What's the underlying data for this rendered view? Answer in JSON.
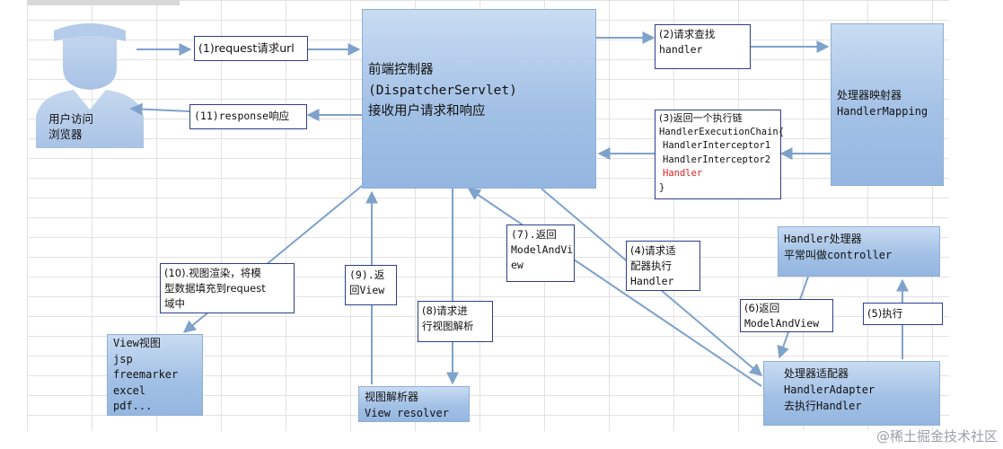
{
  "colors": {
    "box_fill": "#a3c1e6",
    "arrow": "#7fa2cc",
    "label_border": "#2d3e8c",
    "highlight": "#e02020"
  },
  "user": {
    "icon": "user-icon",
    "lines": [
      "用户访问",
      "浏览器"
    ]
  },
  "dispatcher": {
    "lines": [
      "前端控制器",
      "(DispatcherServlet)",
      "接收用户请求和响应"
    ]
  },
  "handler_mapping": {
    "lines": [
      "处理器映射器",
      "HandlerMapping"
    ]
  },
  "handler_processor": {
    "lines": [
      "Handler处理器",
      "平常叫做controller"
    ]
  },
  "handler_adapter": {
    "lines": [
      "处理器适配器",
      "HandlerAdapter",
      "去执行Handler"
    ]
  },
  "view_resolver": {
    "lines": [
      "视图解析器",
      "View resolver"
    ]
  },
  "view": {
    "lines": [
      "View视图",
      "jsp",
      "freemarker",
      "excel",
      "pdf..."
    ]
  },
  "steps": {
    "s1": [
      "(1)request请求url"
    ],
    "s2": [
      "(2)请求查找",
      "handler"
    ],
    "s3": {
      "title": "(3)返回一个执行链",
      "lines": [
        "HandlerExecutionChain{",
        " HandlerInterceptor1",
        " HandlerInterceptor2"
      ],
      "highlight": " Handler",
      "close": "}"
    },
    "s4": [
      "(4)请求适",
      "配器执行",
      "Handler"
    ],
    "s5": [
      "(5)执行"
    ],
    "s6": [
      "(6)返回",
      "ModelAndView"
    ],
    "s7": [
      "(7).返回",
      "ModelAndVi",
      "ew"
    ],
    "s8": [
      "(8)请求进",
      "行视图解析"
    ],
    "s9": [
      "(9).返",
      "回View"
    ],
    "s10": [
      "(10).视图渲染，将模",
      "型数据填充到request",
      "域中"
    ],
    "s11": [
      "(11)response响应"
    ]
  },
  "watermark": "@稀土掘金技术社区"
}
